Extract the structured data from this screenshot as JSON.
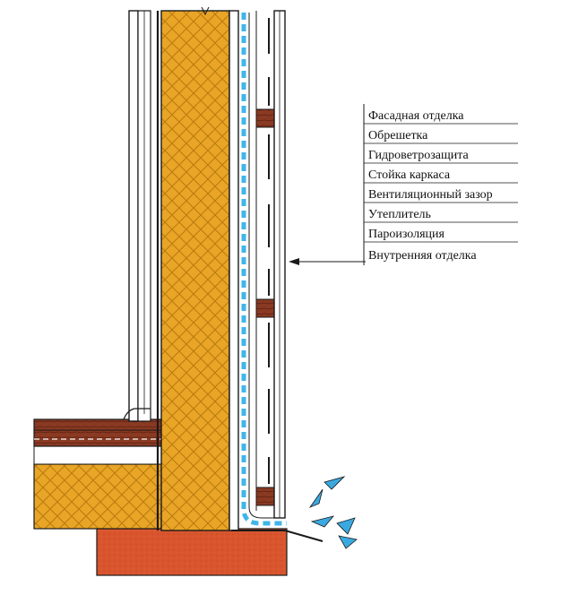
{
  "legend": {
    "items": [
      "Фасадная отделка",
      "Обрешетка",
      "Гидроветрозащита",
      "Стойка каркаса",
      "Вентиляционный зазор",
      "Утеплитель",
      "Пароизоляция",
      "Внутренняя отделка"
    ]
  },
  "colors": {
    "insulation": "#e8a526",
    "insulation_hatch": "#b9790f",
    "membrane": "#3fb6ea",
    "timber": "#8a3a22",
    "timber_dark": "#5b1d10",
    "foundation": "#d9552e",
    "outline": "#1a1a1a",
    "airflow": "#3aa9e0"
  }
}
